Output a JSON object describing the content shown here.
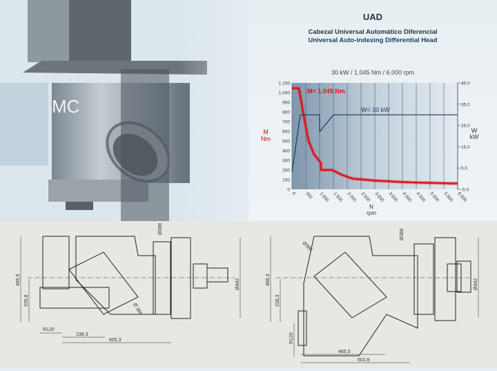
{
  "header": {
    "title": "UAD",
    "subtitle_es": "Cabezal Universal Automático Diferencial",
    "subtitle_en": "Universal Auto-indexing Differential Head"
  },
  "photo": {
    "logo_text": "MC"
  },
  "chart_data": {
    "type": "line",
    "title": "30 kW / 1.045 Nm / 6.000 rpm",
    "xlabel": "N\nrpm",
    "xlabel_lines": [
      "N",
      "rpm"
    ],
    "ylabel_lines": [
      "M",
      "Nm"
    ],
    "y2label_lines": [
      "W",
      "kW"
    ],
    "xlim": [
      0,
      6000
    ],
    "ylim": [
      0,
      1100
    ],
    "y2lim": [
      -5,
      45
    ],
    "x_ticks": [
      0,
      500,
      1000,
      1500,
      2000,
      2500,
      3000,
      3500,
      4000,
      4500,
      5000,
      5500,
      6000
    ],
    "x_tick_labels": [
      "0",
      "500",
      "1.000",
      "1.500",
      "2.000",
      "2.500",
      "3.000",
      "3.500",
      "4.000",
      "4.500",
      "5.000",
      "5.500",
      "6.000"
    ],
    "y_tick_labels": [
      "0",
      "100",
      "200",
      "300",
      "400",
      "500",
      "600",
      "700",
      "800",
      "900",
      "1.000",
      "1.100"
    ],
    "y2_ticks": [
      -5,
      5,
      15,
      25,
      35,
      45
    ],
    "y2_tick_labels": [
      "-5.0",
      "5.0",
      "15.0",
      "25.0",
      "35.0",
      "45.0"
    ],
    "grid": "vertical",
    "series": [
      {
        "name": "Torque",
        "label": "M= 1.045 Nm",
        "axis": "left",
        "color": "#e0141e",
        "x": [
          0,
          250,
          400,
          600,
          800,
          1000,
          1050,
          1050,
          1450,
          1800,
          2200,
          3000,
          4000,
          4500,
          6000
        ],
        "y": [
          1045,
          1045,
          800,
          500,
          360,
          290,
          270,
          200,
          200,
          150,
          110,
          90,
          75,
          70,
          60
        ]
      },
      {
        "name": "Power",
        "label": "W= 30 kW",
        "axis": "right",
        "color": "#16385e",
        "x": [
          0,
          300,
          1000,
          1000,
          1500,
          6000
        ],
        "y": [
          3,
          30,
          30,
          22,
          30,
          30
        ]
      }
    ]
  },
  "drawings": {
    "left": {
      "dims": [
        "465,5",
        "235,8",
        "R120",
        "238,3",
        "605,3",
        "Ø388",
        "Ø442",
        "Ø 386"
      ]
    },
    "right": {
      "dims": [
        "468,3",
        "238,3",
        "R120",
        "465,5",
        "602,8",
        "Ø388",
        "Ø442",
        "Ø386"
      ]
    }
  }
}
